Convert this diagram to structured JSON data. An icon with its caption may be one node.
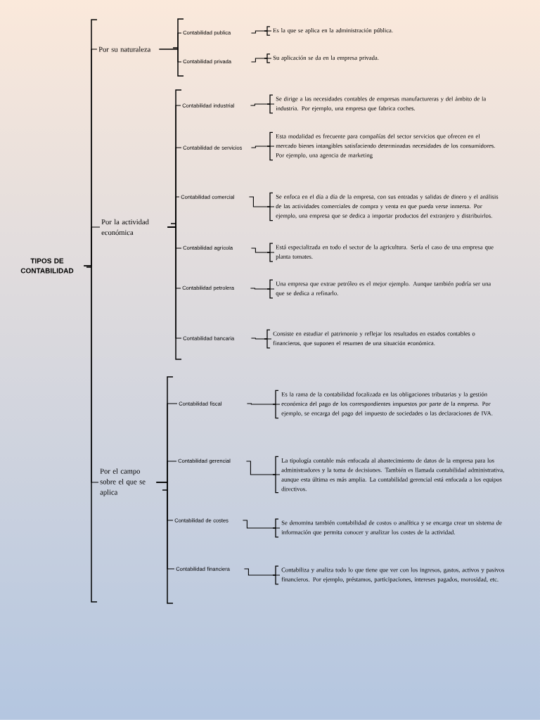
{
  "diagram": {
    "nodes": [
      {
        "text": [
          "TIPOS DE CONTABILIDAD"
        ]
      },
      {
        "text": [
          "Por su naturaleza"
        ]
      },
      {
        "text": [
          "Contabilidad publica"
        ]
      },
      {
        "text": [
          "Es la que se aplica en la administración pública."
        ]
      },
      {
        "text": [
          "Contabilidad privada"
        ]
      },
      {
        "text": [
          "Su aplicación se da en la empresa privada."
        ]
      },
      {
        "text": [
          "Por la actividad económica"
        ]
      },
      {
        "text": [
          "Contabilidad industrial"
        ]
      },
      {
        "text": [
          "Se dirige a las necesidades contables de empresas manufactureras y del ámbito de la industria. Por ejemplo, una empresa que fabrica coches."
        ]
      },
      {
        "text": [
          "Contabilidad de servicios"
        ]
      },
      {
        "text": [
          "Esta modalidad es frecuente para compañías del sector servicios que ofrecen en el mercado bienes intangibles satisfaciendo determinadas necesidades de los consumidores. Por ejemplo, una agencia de marketing"
        ]
      },
      {
        "text": [
          "Contabilidad comercial"
        ]
      },
      {
        "text": [
          "Se enfoca en el día a día de la empresa, con sus entradas y salidas de dinero y el análisis de las actividades comerciales de compra y venta en que pueda verse inmersa. Por ejemplo, una empresa que se dedica a importar productos del extranjero y distribuirlos."
        ]
      },
      {
        "text": [
          "Contabilidad agrícola"
        ]
      },
      {
        "text": [
          "Está especializada en todo el sector de la agricultura. Sería el caso de una empresa que planta tomates."
        ]
      },
      {
        "text": [
          "Contabilidad petrolera"
        ]
      },
      {
        "text": [
          "Una empresa que extrae petróleo es el mejor ejemplo. Aunque también podría ser una que se dedica a refinarlo."
        ]
      },
      {
        "text": [
          "Contabilidad bancaria"
        ]
      },
      {
        "text": [
          "Consiste en estudiar el patrimonio y reflejar los resultados en estados contables o financieros, que suponen el resumen de una situación económica."
        ]
      },
      {
        "text": [
          "Por el campo sobre el que se aplica"
        ]
      },
      {
        "text": [
          "Contabilidad fiscal"
        ]
      },
      {
        "text": [
          "Es la rama de la contabilidad focalizada en las obligaciones tributarias y la gestión económica del pago de los correspondientes impuestos por parte de la empresa. Por ejemplo, se encarga del pago del impuesto de sociedades o las declaraciones de IVA."
        ]
      },
      {
        "text": [
          "Contabilidad gerencial"
        ]
      },
      {
        "text": [
          "La tipología contable más enfocada al abastecimiento de datos de la empresa para los administradores y la toma de decisiones. También es llamada contabilidad administrativa, aunque esta última es más amplia. La contabilidad gerencial está enfocada a los equipos directivos."
        ]
      },
      {
        "text": [
          "Contabilidad de costes"
        ]
      },
      {
        "text": [
          "Se denomina también contabilidad de costos o analítica y se encarga crear un sistema de información que permita conocer y analizar los costes de la actividad."
        ]
      },
      {
        "text": [
          "Contabilidad financiera"
        ]
      },
      {
        "text": [
          "Contabiliza y analiza todo lo que tiene que ver con los ingresos, gastos, activos y pasivos financieros. Por ejemplo, préstamos, participaciones, intereses pagados, morosidad, etc."
        ]
      }
    ],
    "edges": [
      {
        "from": 0,
        "to": 1,
        "arrow": "none"
      },
      {
        "from": 0,
        "to": 6,
        "arrow": "none"
      },
      {
        "from": 0,
        "to": 19,
        "arrow": "none"
      },
      {
        "from": 1,
        "to": 2,
        "arrow": "none"
      },
      {
        "from": 1,
        "to": 4,
        "arrow": "none"
      },
      {
        "from": 2,
        "to": 3,
        "arrow": "none"
      },
      {
        "from": 4,
        "to": 5,
        "arrow": "none"
      },
      {
        "from": 6,
        "to": 7,
        "arrow": "none"
      },
      {
        "from": 6,
        "to": 9,
        "arrow": "none"
      },
      {
        "from": 6,
        "to": 11,
        "arrow": "none"
      },
      {
        "from": 6,
        "to": 13,
        "arrow": "none"
      },
      {
        "from": 6,
        "to": 15,
        "arrow": "none"
      },
      {
        "from": 6,
        "to": 17,
        "arrow": "none"
      },
      {
        "from": 7,
        "to": 8,
        "arrow": "none"
      },
      {
        "from": 9,
        "to": 10,
        "arrow": "none"
      },
      {
        "from": 11,
        "to": 12,
        "arrow": "none"
      },
      {
        "from": 13,
        "to": 14,
        "arrow": "none"
      },
      {
        "from": 15,
        "to": 16,
        "arrow": "none"
      },
      {
        "from": 17,
        "to": 18,
        "arrow": "none"
      },
      {
        "from": 19,
        "to": 20,
        "arrow": "none"
      },
      {
        "from": 19,
        "to": 22,
        "arrow": "none"
      },
      {
        "from": 19,
        "to": 24,
        "arrow": "none"
      },
      {
        "from": 19,
        "to": 26,
        "arrow": "none"
      },
      {
        "from": 20,
        "to": 21,
        "arrow": "none"
      },
      {
        "from": 22,
        "to": 23,
        "arrow": "none"
      },
      {
        "from": 24,
        "to": 25,
        "arrow": "none"
      },
      {
        "from": 26,
        "to": 27,
        "arrow": "none"
      }
    ]
  }
}
